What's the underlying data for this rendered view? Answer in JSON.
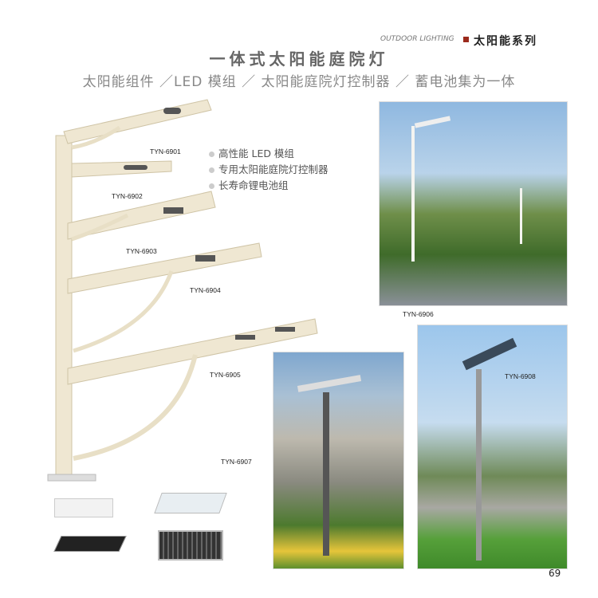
{
  "header": {
    "series_en": "OUTDOOR LIGHTING",
    "series_cn": "太阳能系列"
  },
  "title": "一体式太阳能庭院灯",
  "subtitle": "太阳能组件 ／LED 模组 ／ 太阳能庭院灯控制器 ／ 蓄电池集为一体",
  "features": [
    "高性能 LED 模组",
    "专用太阳能庭院灯控制器",
    "长寿命锂电池组"
  ],
  "models": [
    "TYN-6901",
    "TYN-6902",
    "TYN-6903",
    "TYN-6904",
    "TYN-6905",
    "TYN-6906",
    "TYN-6907",
    "TYN-6908"
  ],
  "page_number": "69"
}
